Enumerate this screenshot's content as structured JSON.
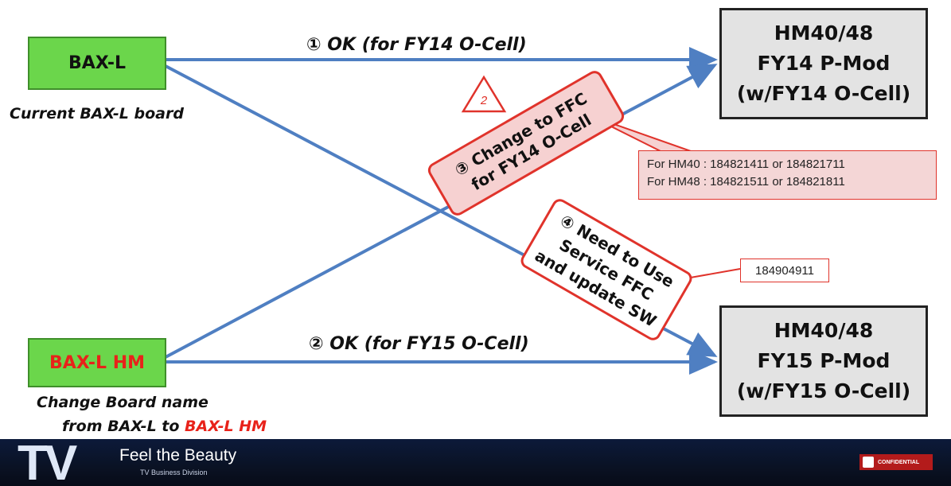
{
  "nodes": {
    "bax_l": "BAX-L",
    "bax_l_hm": "BAX-L HM",
    "target_fy14": [
      "HM40/48",
      "FY14 P-Mod",
      "(w/FY14 O-Cell)"
    ],
    "target_fy15": [
      "HM40/48",
      "FY15 P-Mod",
      "(w/FY15 O-Cell)"
    ]
  },
  "captions": {
    "current": "Current BAX-L board",
    "change_line1": "Change Board name",
    "change_line2_prefix": "from BAX-L to ",
    "change_line2_highlight": "BAX-L HM"
  },
  "arrows": {
    "a1": "① OK (for FY14 O-Cell)",
    "a2": "② OK (for FY15 O-Cell)"
  },
  "callouts": {
    "c3": [
      "③ Change to FFC",
      "for FY14 O-Cell"
    ],
    "c4": [
      "④ Need to Use",
      "Service FFC",
      "and update SW"
    ],
    "warning_number": "2",
    "parts_hm40": "For HM40 : 184821411 or 184821711",
    "parts_hm48": "For HM48 : 184821511 or 184821811",
    "service_part": "184904911"
  },
  "footer": {
    "logo": "TV",
    "slogan": "Feel the Beauty",
    "division": "TV Business Division",
    "badge": "CONFIDENTIAL"
  },
  "colors": {
    "arrow": "#4f7fc2",
    "green": "#6bd64b",
    "red": "#e0332b",
    "callout_fill": "#f6d1d1"
  }
}
